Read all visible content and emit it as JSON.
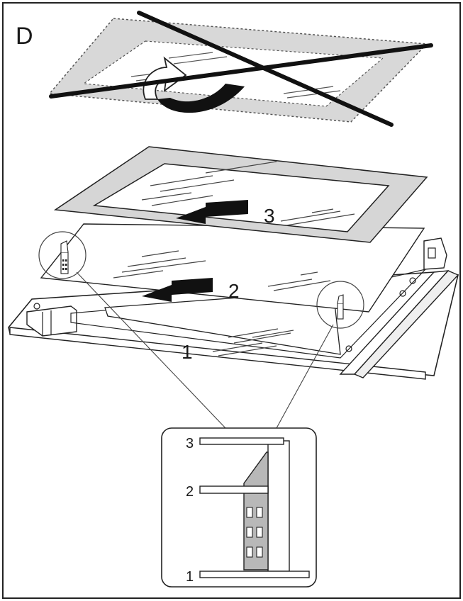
{
  "panel_letter": "D",
  "glass_labels": {
    "bottom": "1",
    "middle": "2",
    "top": "3"
  },
  "detail_labels": {
    "top": "3",
    "middle": "2",
    "bottom": "1"
  }
}
